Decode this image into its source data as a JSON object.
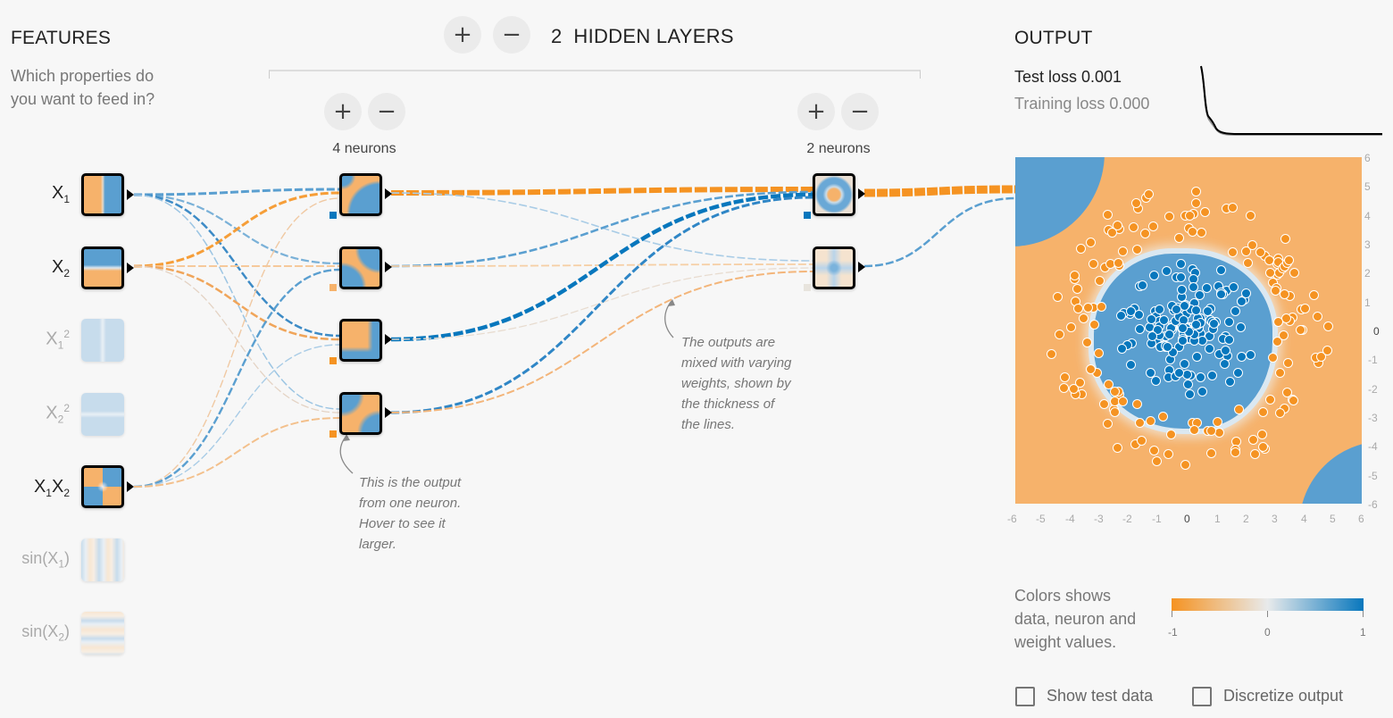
{
  "features": {
    "title": "FEATURES",
    "subtitle_line1": "Which properties do",
    "subtitle_line2": "you want to feed in?",
    "items": [
      {
        "id": "x1",
        "label": "X",
        "sub": "1",
        "sup": "",
        "active": true
      },
      {
        "id": "x2",
        "label": "X",
        "sub": "2",
        "sup": "",
        "active": true
      },
      {
        "id": "x1sq",
        "label": "X",
        "sub": "1",
        "sup": "2",
        "active": false
      },
      {
        "id": "x2sq",
        "label": "X",
        "sub": "2",
        "sup": "2",
        "active": false
      },
      {
        "id": "x1x2",
        "label": "X",
        "sub": "1",
        "label2": "X",
        "sub2": "2",
        "active": true
      },
      {
        "id": "sinx1",
        "label": "sin(X",
        "sub": "1",
        "suffix": ")",
        "active": false
      },
      {
        "id": "sinx2",
        "label": "sin(X",
        "sub": "2",
        "suffix": ")",
        "active": false
      }
    ]
  },
  "hidden_layers": {
    "count": "2",
    "label": "HIDDEN LAYERS",
    "add_layer_icon": "+",
    "remove_layer_icon": "−",
    "layers": [
      {
        "neurons_label": "4 neurons",
        "add_icon": "+",
        "remove_icon": "−"
      },
      {
        "neurons_label": "2 neurons",
        "add_icon": "+",
        "remove_icon": "−"
      }
    ]
  },
  "annotations": {
    "neuron_note": [
      "This is the output",
      "from one neuron.",
      "Hover to see it",
      "larger."
    ],
    "weights_note": [
      "The outputs are",
      "mixed with varying",
      "weights, shown by",
      "the thickness of",
      "the lines."
    ]
  },
  "output": {
    "title": "OUTPUT",
    "test_loss_label": "Test loss 0.001",
    "training_loss_label": "Training loss 0.000",
    "y_ticks": [
      "6",
      "5",
      "4",
      "3",
      "2",
      "1",
      "0",
      "-1",
      "-2",
      "-3",
      "-4",
      "-5",
      "-6"
    ],
    "x_ticks": [
      "-6",
      "-5",
      "-4",
      "-3",
      "-2",
      "-1",
      "0",
      "1",
      "2",
      "3",
      "4",
      "5",
      "6"
    ],
    "legend_text": [
      "Colors shows",
      "data, neuron and",
      "weight values."
    ],
    "legend_ticks": [
      "-1",
      "0",
      "1"
    ],
    "show_test_data_label": "Show test data",
    "discretize_output_label": "Discretize output",
    "show_test_data_checked": false,
    "discretize_output_checked": false
  },
  "colors": {
    "orange": "#f59322",
    "light_orange": "#f6b26b",
    "blue": "#0877bd",
    "light_blue": "#5a9fd0",
    "background": "#f7f7f7"
  }
}
